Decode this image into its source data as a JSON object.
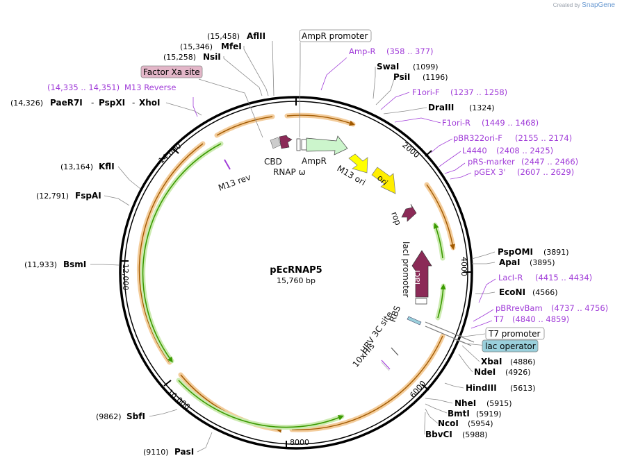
{
  "credit": {
    "prefix": "Created by",
    "brand": "SnapGene"
  },
  "plasmid": {
    "name": "pEcRNAP5",
    "length": "15,760 bp"
  },
  "ticks": [
    "2000",
    "4000",
    "6000",
    "8000",
    "10,000",
    "12,000",
    "14,000"
  ],
  "boxed_labels": {
    "ampr_promoter": "AmpR promoter",
    "factor_xa": "Factor Xa site",
    "t7_promoter": "T7 promoter",
    "lac_operator": "lac operator"
  },
  "enzymes": {
    "afl2": {
      "pos": "(15,458)",
      "name": "AflII"
    },
    "mfe1": {
      "pos": "(15,346)",
      "name": "MfeI"
    },
    "nsi1": {
      "pos": "(15,258)",
      "name": "NsiI"
    },
    "pae": {
      "pos": "(14,326)",
      "name": "PaeR7I",
      "name2": "PspXI",
      "name3": "XhoI"
    },
    "kfl1": {
      "pos": "(13,164)",
      "name": "KflI"
    },
    "fspa1": {
      "pos": "(12,791)",
      "name": "FspAI"
    },
    "bsm1": {
      "pos": "(11,933)",
      "name": "BsmI"
    },
    "sbf1": {
      "pos": "(9862)",
      "name": "SbfI"
    },
    "pas1": {
      "pos": "(9110)",
      "name": "PasI"
    },
    "swa1": {
      "name": "SwaI",
      "pos": "(1099)"
    },
    "psi1": {
      "name": "PsiI",
      "pos": "(1196)"
    },
    "dra3": {
      "name": "DraIII",
      "pos": "(1324)"
    },
    "pspomi": {
      "name": "PspOMI",
      "pos": "(3891)"
    },
    "apa1": {
      "name": "ApaI",
      "pos": "(3895)"
    },
    "econ1": {
      "name": "EcoNI",
      "pos": "(4566)"
    },
    "xba1": {
      "name": "XbaI",
      "pos": "(4886)"
    },
    "nde1": {
      "name": "NdeI",
      "pos": "(4926)"
    },
    "hind3": {
      "name": "HindIII",
      "pos": "(5613)"
    },
    "nhe1": {
      "name": "NheI",
      "pos": "(5915)"
    },
    "bmt1": {
      "name": "BmtI",
      "pos": "(5919)"
    },
    "nco1": {
      "name": "NcoI",
      "pos": "(5954)"
    },
    "bbvc1": {
      "name": "BbvCI",
      "pos": "(5988)"
    }
  },
  "primers": {
    "m13rev": {
      "name": "M13 Reverse",
      "range": "(14,335 .. 14,351)"
    },
    "ampr": {
      "name": "Amp-R",
      "range": "(358 .. 377)"
    },
    "f1orif": {
      "name": "F1ori-F",
      "range": "(1237 .. 1258)"
    },
    "f1orir": {
      "name": "F1ori-R",
      "range": "(1449 .. 1468)"
    },
    "pbr322": {
      "name": "pBR322ori-F",
      "range": "(2155 .. 2174)"
    },
    "l4440": {
      "name": "L4440",
      "range": "(2408 .. 2425)"
    },
    "prs": {
      "name": "pRS-marker",
      "range": "(2447 .. 2466)"
    },
    "pgex": {
      "name": "pGEX 3'",
      "range": "(2607 .. 2629)"
    },
    "laci": {
      "name": "LacI-R",
      "range": "(4415 .. 4434)"
    },
    "pbrrev": {
      "name": "pBRrevBam",
      "range": "(4737 .. 4756)"
    },
    "t7": {
      "name": "T7",
      "range": "(4840 .. 4859)"
    }
  },
  "features": {
    "m13rev": "M13 rev",
    "cbd": "CBD",
    "rnap": "RNAP ω",
    "ampr": "AmpR",
    "m13ori": "M13 ori",
    "ori": "ori",
    "rop": "rop",
    "laci": "lacI",
    "laci_promoter": "lacI promoter",
    "rbs": "RBS",
    "hrv": "HRV 3C site",
    "his": "10xHis"
  },
  "colors": {
    "ampr": "#ccf5cc",
    "m13ori": "#ffff00",
    "ori": "#ffee00",
    "rop": "#8b2a57",
    "laci": "#8b2a57",
    "orf_line": "#3a9a00",
    "orf_halo": "#f7d9a8",
    "primer": "#a03cd8",
    "factor_xa_bg": "#e3b6c8",
    "lac_operator_bg": "#9ad0dc"
  }
}
